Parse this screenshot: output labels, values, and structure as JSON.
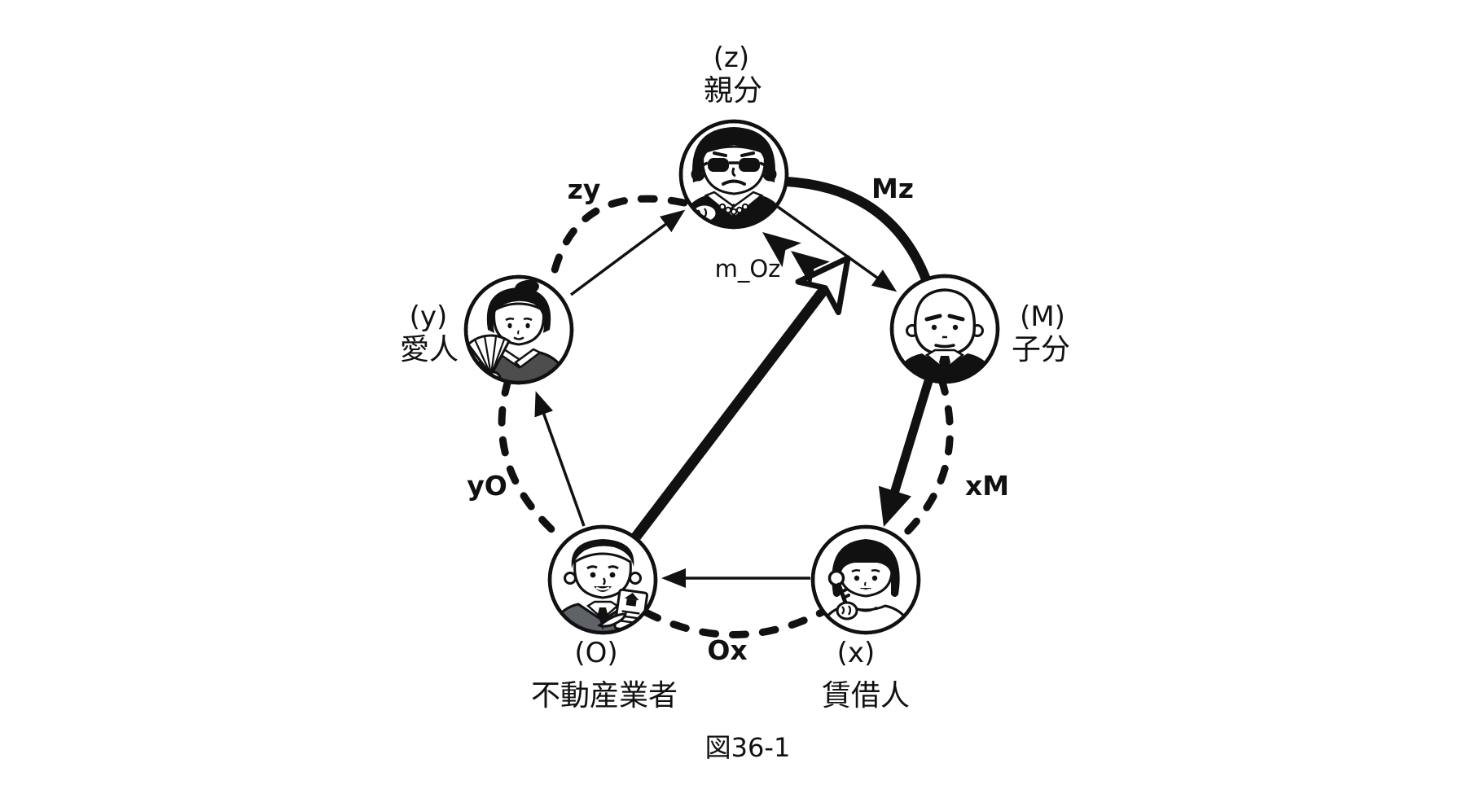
{
  "figure": {
    "caption": "図36-1",
    "nodes": [
      {
        "id": "z",
        "symbol": "(z)",
        "label": "親分",
        "role": "boss"
      },
      {
        "id": "y",
        "symbol": "(y)",
        "label": "愛人",
        "role": "mistress"
      },
      {
        "id": "M",
        "symbol": "(M)",
        "label": "子分",
        "role": "henchman"
      },
      {
        "id": "O",
        "symbol": "(O)",
        "label": "不動産業者",
        "role": "real-estate-agent"
      },
      {
        "id": "x",
        "symbol": "(x)",
        "label": "賃借人",
        "role": "tenant"
      }
    ],
    "edge_labels": {
      "zy": "zy",
      "Mz": "Mz",
      "m_Oz": "m_Oz",
      "yO": "yO",
      "xM": "xM",
      "Ox": "Ox"
    },
    "edges": [
      {
        "id": "zy",
        "from": "z",
        "to": "y",
        "style": "dashed-arc",
        "label_key": "zy"
      },
      {
        "id": "Mz",
        "from": "M",
        "to": "z",
        "style": "thick-solid-arc",
        "label_key": "Mz"
      },
      {
        "id": "xM",
        "from": "x",
        "to": "M",
        "style": "dashed-arc",
        "label_key": "xM"
      },
      {
        "id": "Ox",
        "from": "O",
        "to": "x",
        "style": "dashed-arc",
        "label_key": "Ox"
      },
      {
        "id": "yO",
        "from": "y",
        "to": "O",
        "style": "dashed-arc",
        "label_key": "yO"
      },
      {
        "id": "y-to-z",
        "from": "y",
        "to": "z",
        "style": "thin-arrow"
      },
      {
        "id": "z-to-M",
        "from": "z",
        "to": "M",
        "style": "thin-arrow"
      },
      {
        "id": "x-to-O",
        "from": "x",
        "to": "O",
        "style": "thin-arrow"
      },
      {
        "id": "O-to-y",
        "from": "O",
        "to": "y",
        "style": "thin-arrow"
      },
      {
        "id": "M-to-x",
        "from": "M",
        "to": "x",
        "style": "thick-arrow"
      },
      {
        "id": "O-to-z",
        "from": "O",
        "to": "z",
        "style": "thick-open-head-arrow",
        "label_key": "m_Oz"
      },
      {
        "id": "double-heads-at-z",
        "style": "two-filled-arrowheads-pointing-at-z"
      }
    ],
    "colors": {
      "ink": "#111111",
      "paper": "#ffffff",
      "suit_gray": "#5f6368",
      "kimono_gray": "#4d4d4d"
    }
  }
}
